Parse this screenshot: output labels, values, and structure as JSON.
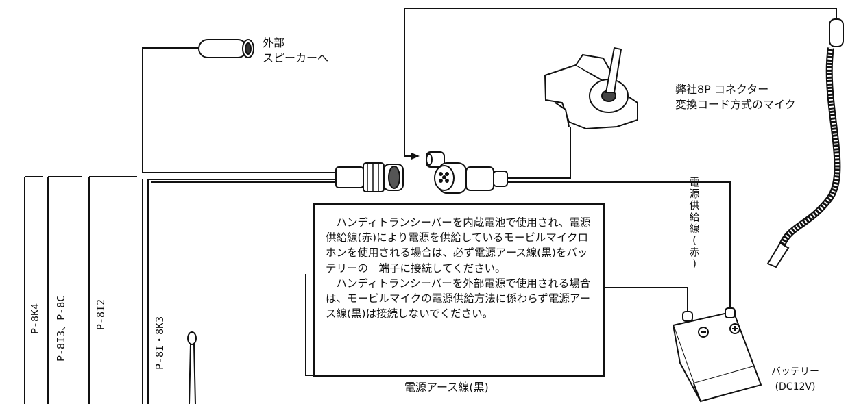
{
  "labels": {
    "external_speaker": [
      "外部",
      "スピーカーへ"
    ],
    "connector_mic": [
      "弊社8P コネクター",
      "変換コード方式のマイク"
    ],
    "power_supply_vertical": "電源供給線(赤)",
    "ground_line": "電源アース線(黒)",
    "battery": [
      "バッテリー",
      "(DC12V)"
    ]
  },
  "models": {
    "col1": "P-8K4",
    "col2": "P-8I3、P-8C",
    "col3": "P-8I2",
    "col4": "P-8I・8K3"
  },
  "notice": {
    "para1": "ハンディトランシーバーを内蔵電池で使用され、電源供給線(赤)により電源を供給しているモービルマイクロホンを使用される場合は、必ず電源アース線(黒)をバッテリーの　端子に接続してください。",
    "para2": "ハンディトランシーバーを外部電源で使用される場合は、モービルマイクの電源供給方法に係わらず電源アース線(黒)は接続しないでください。"
  },
  "icons": [
    "speaker-plug-icon",
    "microphone-icon",
    "connector-icon",
    "adapter-plug-icon",
    "battery-icon",
    "antenna-icon",
    "gooseneck-mic-icon"
  ]
}
